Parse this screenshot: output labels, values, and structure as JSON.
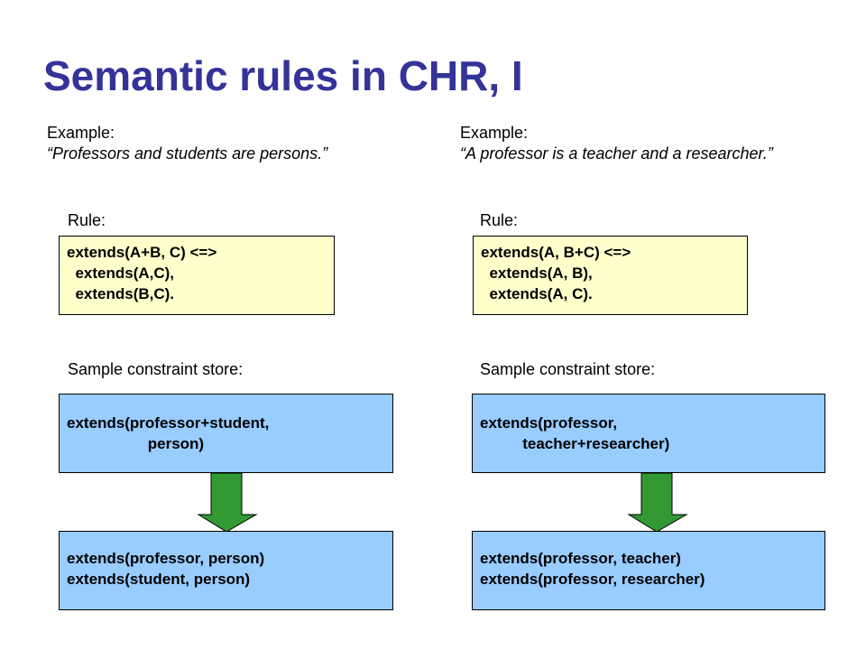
{
  "title": "Semantic rules in CHR, I",
  "columns": [
    {
      "example_label": "Example:",
      "example_quote": "“Professors and students are persons.”",
      "rule_label": "Rule:",
      "rule_code": "extends(A+B, C) <=>\n  extends(A,C),\n  extends(B,C).",
      "store_label": "Sample constraint store:",
      "store_before": "extends(professor+student,\n                   person)",
      "store_after": "extends(professor, person)\nextends(student, person)"
    },
    {
      "example_label": "Example:",
      "example_quote": "“A professor is a teacher and a researcher.”",
      "rule_label": "Rule:",
      "rule_code": "extends(A, B+C) <=>\n  extends(A, B),\n  extends(A, C).",
      "store_label": "Sample constraint store:",
      "store_before": "extends(professor,\n          teacher+researcher)",
      "store_after": "extends(professor, teacher)\nextends(professor, researcher)"
    }
  ],
  "colors": {
    "title": "#333399",
    "rule_box": "#ffffcc",
    "store_box": "#99ccff",
    "arrow": "#339933"
  },
  "icons": {
    "transition_arrow": "down-arrow-icon"
  }
}
